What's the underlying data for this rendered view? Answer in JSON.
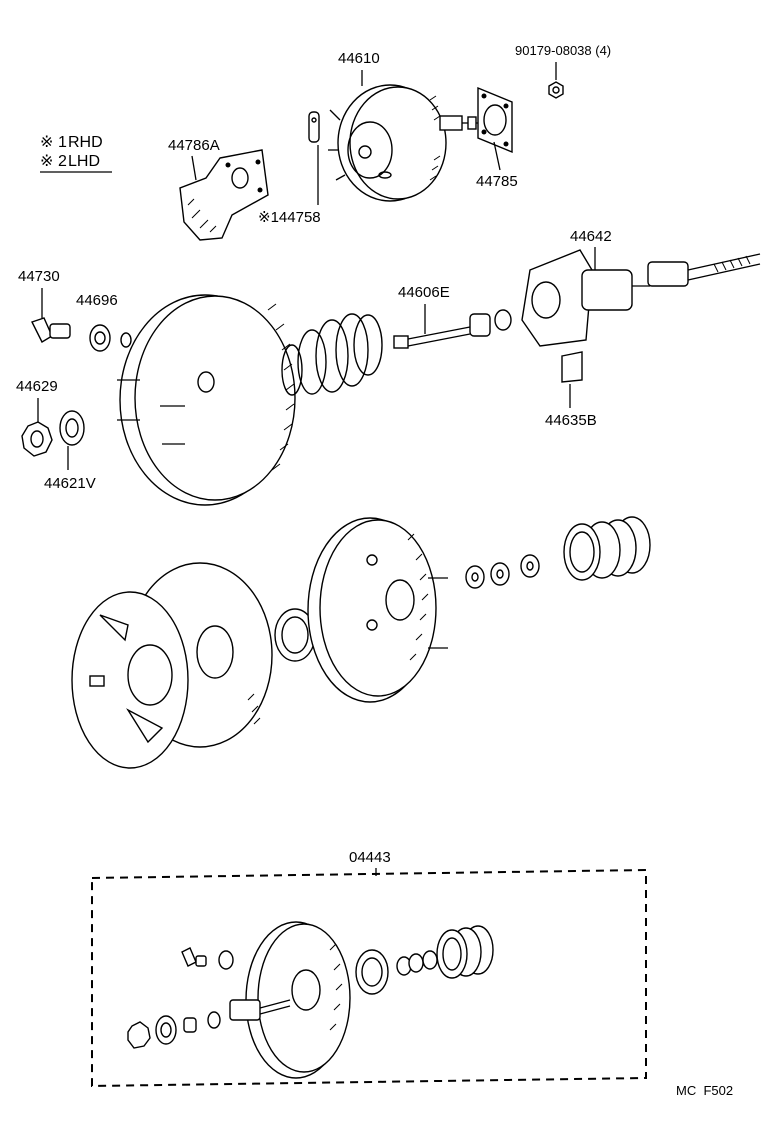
{
  "legend": {
    "mark": "※",
    "items": [
      {
        "num": "1",
        "text": "RHD"
      },
      {
        "num": "2",
        "text": "LHD"
      }
    ]
  },
  "parts": {
    "p44610": "44610",
    "p90179": "90179-08038 (4)",
    "p44786a": "44786A",
    "p44785": "44785",
    "p44758": "※144758",
    "p44642": "44642",
    "p44730": "44730",
    "p44696": "44696",
    "p44606e": "44606E",
    "p44629": "44629",
    "p44635b": "44635B",
    "p44621v": "44621V",
    "p04443": "04443"
  },
  "footer": {
    "code": "MC  F502"
  }
}
